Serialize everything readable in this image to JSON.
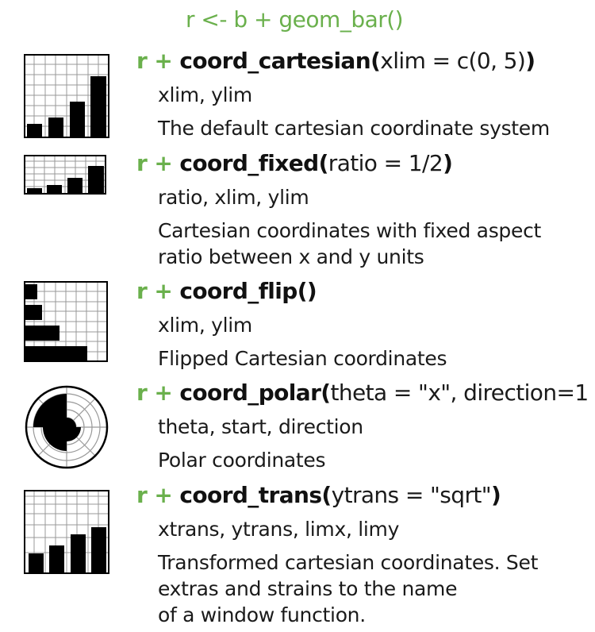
{
  "header": {
    "code": "r <- b + geom_bar()"
  },
  "entries": [
    {
      "prefix": "r + ",
      "fn": "coord_cartesian(",
      "args": "xlim = c(0, 5)",
      "close": ")",
      "params": "xlim, ylim",
      "desc": [
        "The default cartesian coordinate system"
      ],
      "icon": "cartesian-bars-icon"
    },
    {
      "prefix": "r + ",
      "fn": "coord_fixed(",
      "args": "ratio = 1/2",
      "close": ")",
      "params": "ratio, xlim, ylim",
      "desc": [
        "Cartesian coordinates with fixed aspect",
        "ratio between x and y units"
      ],
      "icon": "fixed-bars-icon"
    },
    {
      "prefix": "r + ",
      "fn": "coord_flip()",
      "args": "",
      "close": "",
      "params": "xlim, ylim",
      "desc": [
        "Flipped Cartesian coordinates"
      ],
      "icon": "flipped-bars-icon"
    },
    {
      "prefix": "r + ",
      "fn": "coord_polar(",
      "args": "theta = \"x\", direction=1 ",
      "close": ")",
      "params": "theta, start, direction",
      "desc": [
        "Polar coordinates"
      ],
      "icon": "polar-bars-icon"
    },
    {
      "prefix": "r + ",
      "fn": "coord_trans(",
      "args": "ytrans = \"sqrt\"",
      "close": ")",
      "params": "xtrans, ytrans, limx, limy",
      "desc": [
        "Transformed cartesian coordinates. Set",
        "extras and strains to the name",
        "of a window function."
      ],
      "icon": "trans-bars-icon"
    }
  ],
  "colors": {
    "accent": "#6ab04c",
    "text": "#1a1a1a"
  }
}
